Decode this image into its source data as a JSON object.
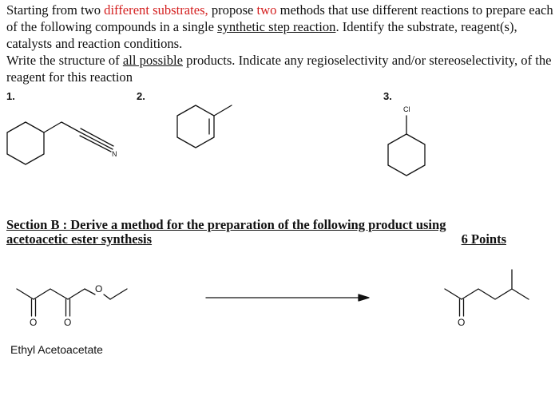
{
  "question": {
    "intro_part1": "Starting from two ",
    "intro_red1": "different substrates,",
    "intro_part2": " propose ",
    "intro_red2": "two",
    "intro_part3": " methods that use different reactions to prepare each of the following compounds in a single ",
    "intro_underlined": "synthetic step reaction",
    "intro_part4": ". Identify the substrate, reagent(s), catalysts and reaction conditions.",
    "write_part1": "Write the structure of ",
    "write_underlined": "all possible",
    "write_part2": " products. Indicate any regioselectivity and/or stereoselectivity, of the reagent for this reaction",
    "colors": {
      "highlight": "#d42020",
      "text": "#111111"
    }
  },
  "compounds": [
    {
      "number": "1.",
      "atom_label": "N"
    },
    {
      "number": "2."
    },
    {
      "number": "3.",
      "atom_label": "Cl"
    }
  ],
  "section_b": {
    "line1": "Section B : Derive a method for the preparation of the following product using",
    "line2": "acetoacetic ester synthesis",
    "points": "6 Points"
  },
  "reaction": {
    "reactant_name": "Ethyl Acetoacetate",
    "reactant_atoms": [
      "O",
      "O",
      "O"
    ],
    "product_atoms": [
      "O"
    ]
  }
}
